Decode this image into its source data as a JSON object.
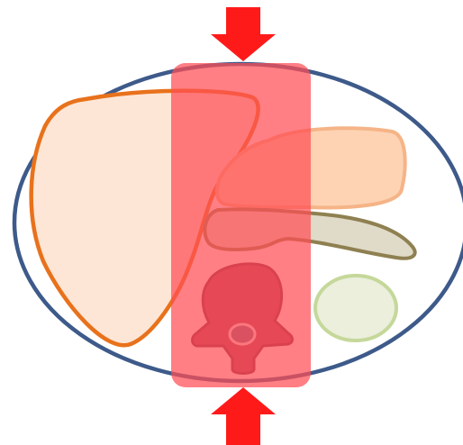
{
  "diagram": {
    "colors": {
      "background": "#ffffff",
      "body_outline": "#3d5a8a",
      "body_fill": "#ffffff",
      "liver_stroke": "#e8721c",
      "liver_fill": "#fde6d6",
      "stomach_stroke": "#f5b487",
      "stomach_fill": "#fdd3b3",
      "pancreas_stroke": "#8f8051",
      "pancreas_fill": "#e0dac8",
      "kidney_stroke": "#c5d89a",
      "kidney_fill": "#ebefdc",
      "vertebra_stroke": "#7a2040",
      "vertebra_fill": "#a83a5a",
      "canal_stroke": "#f0e2e6",
      "canal_fill": "#7a5a80",
      "compression_band": "#ff4d55",
      "arrow": "#ff1a1a"
    },
    "structures": [
      "body-outline",
      "liver",
      "stomach",
      "pancreas",
      "kidney",
      "vertebra",
      "spinal-canal"
    ],
    "arrows": [
      {
        "name": "top-compression-arrow",
        "direction": "down"
      },
      {
        "name": "bottom-compression-arrow",
        "direction": "up"
      }
    ],
    "compression_band_opacity": 0.72
  }
}
